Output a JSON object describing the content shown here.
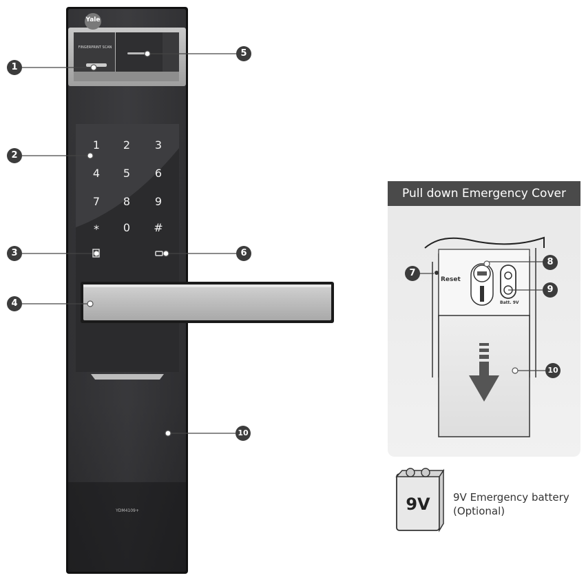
{
  "device": {
    "brand": "Yale",
    "fingerprint_label": "FINGERPRINT SCAN",
    "model": "YDM4109+",
    "keypad": [
      "1",
      "2",
      "3",
      "4",
      "5",
      "6",
      "7",
      "8",
      "9",
      "*",
      "0",
      "#"
    ]
  },
  "callouts": [
    "1",
    "2",
    "3",
    "4",
    "5",
    "6",
    "7",
    "8",
    "9",
    "10"
  ],
  "emergency_panel": {
    "title": "Pull down Emergency Cover",
    "reset_label": "Reset",
    "batt_label": "Batt. 9V"
  },
  "battery": {
    "label": "9V",
    "caption_line1": "9V Emergency battery",
    "caption_line2": "(Optional)"
  }
}
